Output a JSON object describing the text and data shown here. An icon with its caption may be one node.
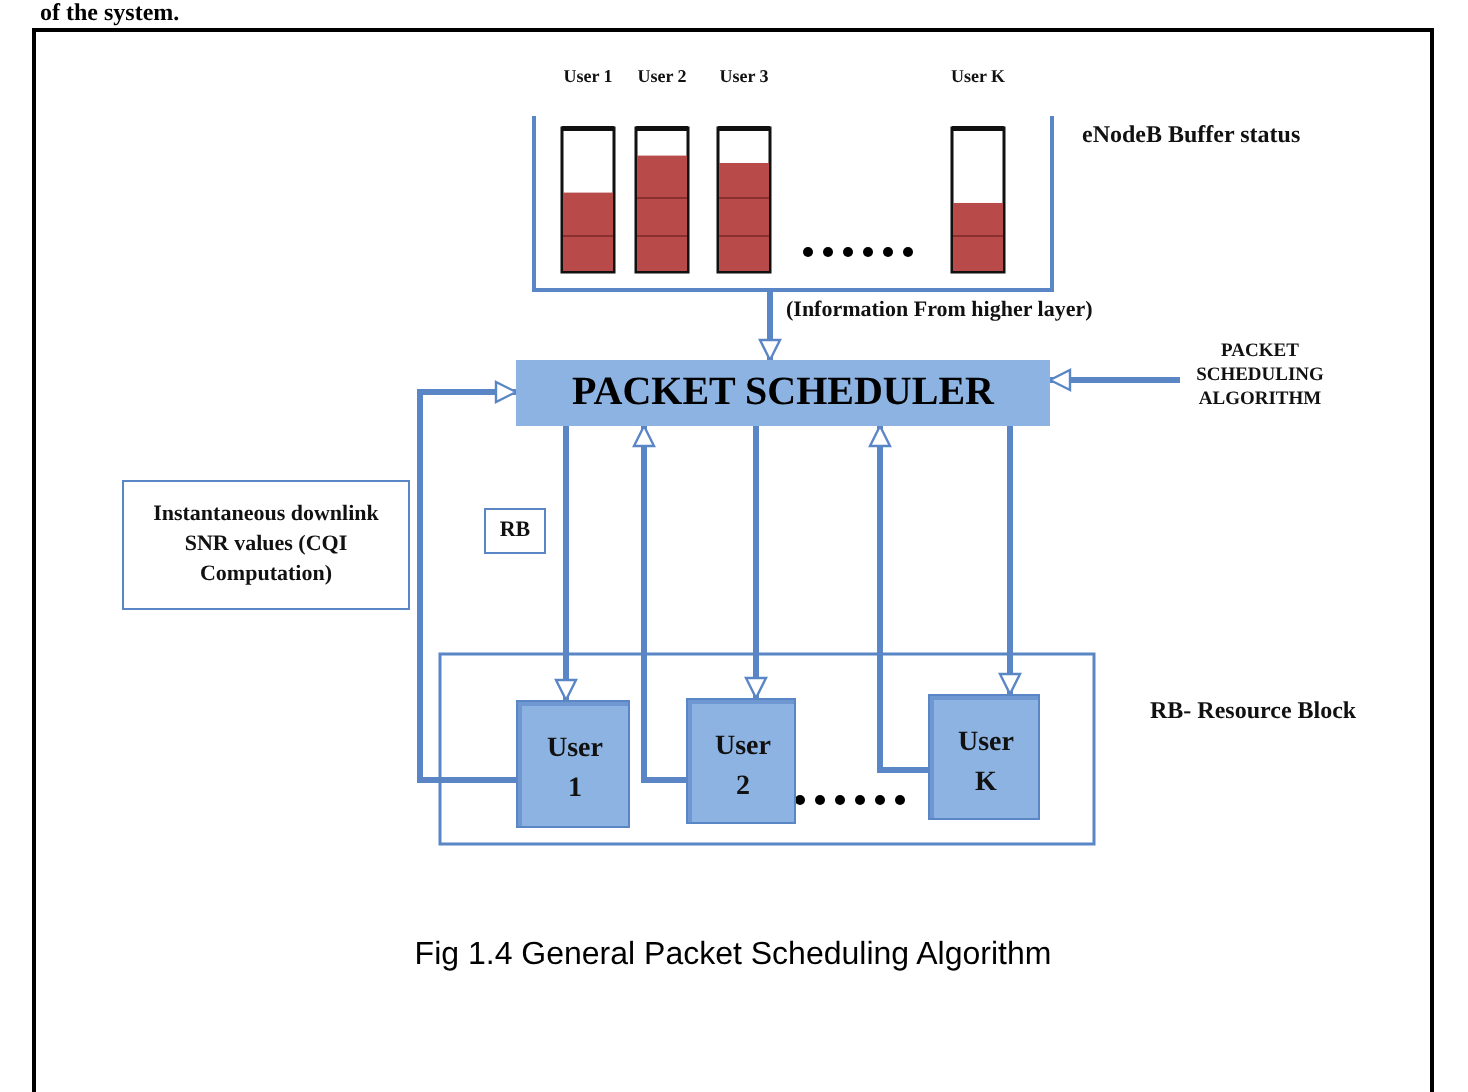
{
  "diagram": {
    "caption": "Fig 1.4 General Packet Scheduling Algorithm",
    "nodes": [
      {
        "text": [],
        "shape": "box",
        "beside": [
          "eNodeB Buffer status"
        ]
      },
      {
        "text": [
          "User 1"
        ],
        "in": 0
      },
      {
        "text": [
          "User 2"
        ],
        "in": 0
      },
      {
        "text": [
          "User 3"
        ],
        "in": 0
      },
      {
        "text": [
          "User K"
        ],
        "in": 0
      },
      {
        "text": [
          "PACKET SCHEDULER"
        ]
      },
      {
        "text": [
          "PACKET SCHEDULING ALGORITHM"
        ]
      },
      {
        "text": [
          "Instantaneous downlink SNR values (CQI Computation)"
        ]
      },
      {
        "text": [
          "RB"
        ]
      },
      {
        "text": [],
        "shape": "box",
        "beside": [
          "RB- Resource Block"
        ]
      },
      {
        "text": [
          "User 1"
        ],
        "in": 9
      },
      {
        "text": [
          "User 2"
        ],
        "in": 9
      },
      {
        "text": [
          "User K"
        ],
        "in": 9
      }
    ],
    "edges": [
      {
        "from": 0,
        "to": 5,
        "arrow": "to",
        "label": "(Information From higher layer)"
      },
      {
        "from": 6,
        "to": 5,
        "arrow": "to"
      },
      {
        "from": 5,
        "to": 10,
        "arrow": "to"
      },
      {
        "from": 10,
        "to": 5,
        "arrow": "to"
      },
      {
        "from": 5,
        "to": 11,
        "arrow": "to"
      },
      {
        "from": 11,
        "to": 5,
        "arrow": "to"
      },
      {
        "from": 5,
        "to": 12,
        "arrow": "to"
      },
      {
        "from": 12,
        "to": 5,
        "arrow": "to"
      }
    ],
    "labels": [
      "of the system."
    ]
  }
}
